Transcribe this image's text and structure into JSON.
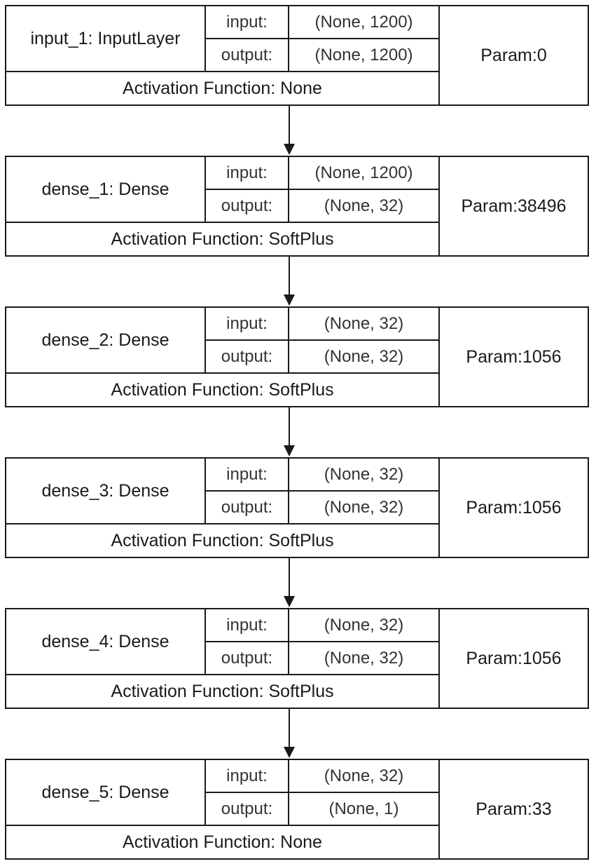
{
  "layers": [
    {
      "name": "input_1: InputLayer",
      "input_label": "input:",
      "input_value": "(None, 1200)",
      "output_label": "output:",
      "output_value": "(None, 1200)",
      "activation": "Activation Function: None",
      "param": "Param:0"
    },
    {
      "name": "dense_1: Dense",
      "input_label": "input:",
      "input_value": "(None, 1200)",
      "output_label": "output:",
      "output_value": "(None, 32)",
      "activation": "Activation Function: SoftPlus",
      "param": "Param:38496"
    },
    {
      "name": "dense_2: Dense",
      "input_label": "input:",
      "input_value": "(None, 32)",
      "output_label": "output:",
      "output_value": "(None, 32)",
      "activation": "Activation Function: SoftPlus",
      "param": "Param:1056"
    },
    {
      "name": "dense_3: Dense",
      "input_label": "input:",
      "input_value": "(None, 32)",
      "output_label": "output:",
      "output_value": "(None, 32)",
      "activation": "Activation Function: SoftPlus",
      "param": "Param:1056"
    },
    {
      "name": "dense_4: Dense",
      "input_label": "input:",
      "input_value": "(None, 32)",
      "output_label": "output:",
      "output_value": "(None, 32)",
      "activation": "Activation Function: SoftPlus",
      "param": "Param:1056"
    },
    {
      "name": "dense_5: Dense",
      "input_label": "input:",
      "input_value": "(None, 32)",
      "output_label": "output:",
      "output_value": "(None, 1)",
      "activation": "Activation Function: None",
      "param": "Param:33"
    }
  ]
}
